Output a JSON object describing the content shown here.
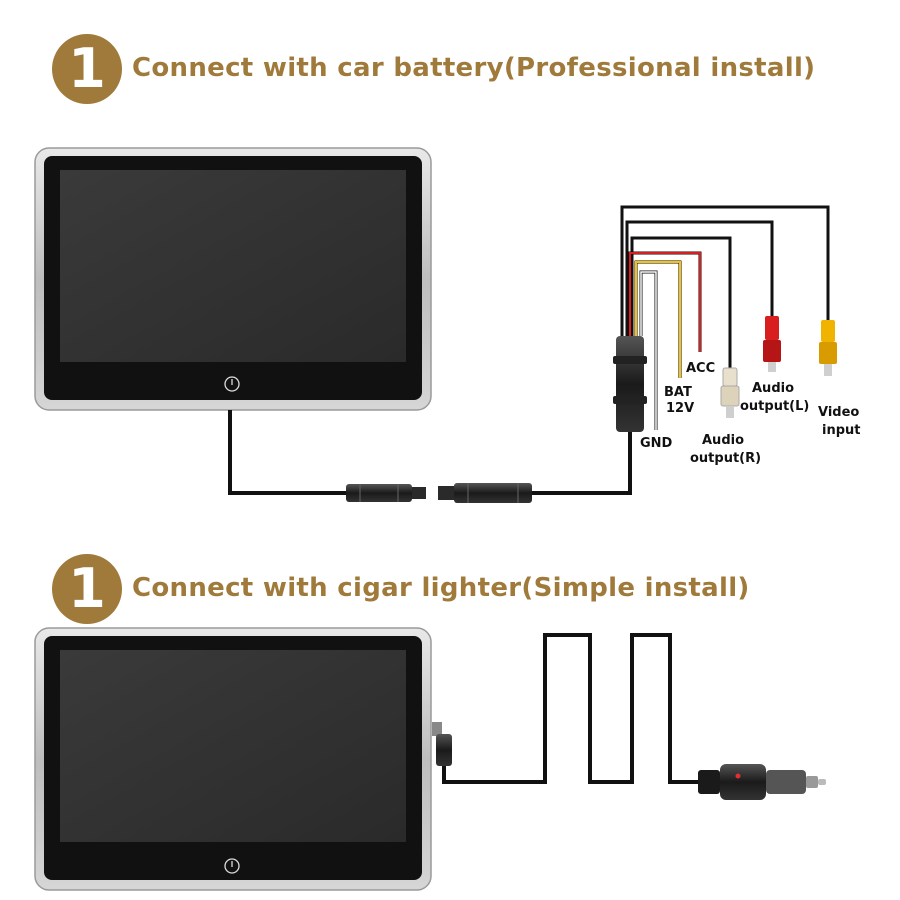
{
  "steps": [
    {
      "number": "1",
      "title": "Connect with car battery(Professional install)"
    },
    {
      "number": "1",
      "title": "Connect with cigar lighter(Simple install)"
    }
  ],
  "wire_labels": {
    "acc": "ACC",
    "bat_line1": "BAT",
    "bat_line2": "12V",
    "gnd": "GND",
    "audio_r_line1": "Audio",
    "audio_r_line2": "output(R)",
    "audio_l_line1": "Audio",
    "audio_l_line2": "output(L)",
    "video_line1": "Video",
    "video_line2": "input"
  },
  "colors": {
    "accent": "#a07a3b",
    "wire_black": "#111111",
    "wire_red": "#d81e1e",
    "wire_yellow": "#f2c21b",
    "rca_red": "#d81e1e",
    "rca_yellow": "#f0b400",
    "rca_white": "#e8e0cc"
  },
  "icons": [
    "power-icon"
  ]
}
